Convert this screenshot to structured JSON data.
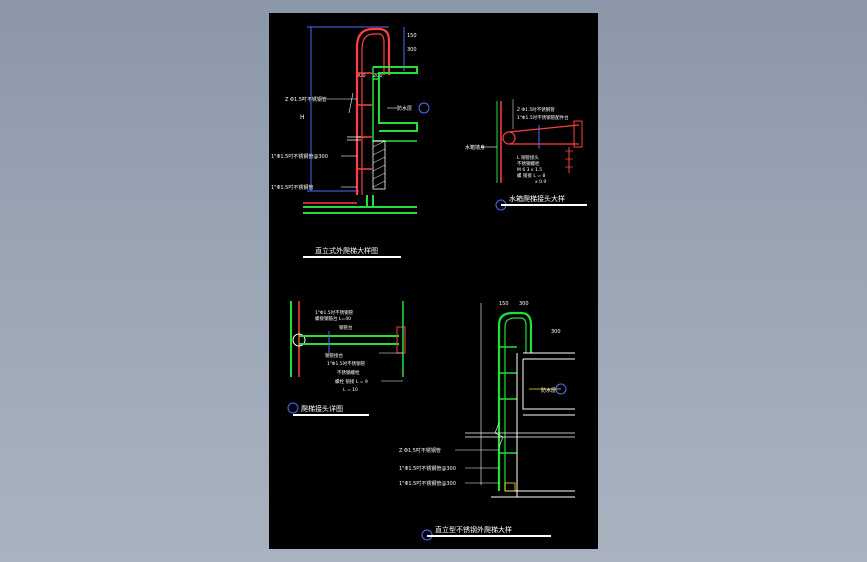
{
  "colors": {
    "background": "#9aa5b4",
    "paper": "#000000",
    "green": "#22e03a",
    "red": "#ff4040",
    "blue": "#4f6bff",
    "magenta": "#ff40ff",
    "white": "#ffffff",
    "yellow": "#ffe600"
  },
  "detail_a": {
    "title": "直立式外爬梯大样图",
    "label_1": "Z Φ1.5吋不锈钢管",
    "label_2": "1\"Φ1.5吋不锈钢管@300",
    "label_3": "1\"Φ1.5吋不锈钢管",
    "label_right": "防水层",
    "dim_1": "150",
    "dim_2": "200",
    "dim_3": "300",
    "dim_4": "300",
    "dim_h": "H"
  },
  "detail_b": {
    "title": "水箱爬梯接头大样",
    "label_1": "Z Φ1.5吋不锈钢管",
    "label_2": "1\"Φ1.5吋不锈钢管配件台",
    "label_3": "L 铜管接头",
    "label_4": "不锈钢螺栓",
    "label_5": "M 6 3 x 1.5",
    "label_6": "螺 锁接 L = 8",
    "label_7": "x 0.9",
    "label_left": "水箱墙身"
  },
  "detail_c": {
    "title": "爬梯接头详图",
    "label_1": "1\"Φ1.5吋不锈钢管",
    "label_2": "螺接钢筋台 L=40",
    "label_3": "钢管台",
    "label_4": "钢管接台",
    "label_5": "1\"Φ1.5吋不锈钢管",
    "label_6": "不锈钢螺栓",
    "label_7": "螺栓 锁接 L = 9",
    "label_8": "L = 10"
  },
  "detail_d": {
    "title": "直立型不锈钢外爬梯大样",
    "label_1": "Z Φ1.5吋不锈钢管",
    "label_2": "1\"Φ1.5吋不锈钢管@300",
    "label_3": "1\"Φ1.5吋不锈钢管@300",
    "label_right": "防水层",
    "dim_1": "150",
    "dim_2": "300",
    "dim_3": "300"
  }
}
